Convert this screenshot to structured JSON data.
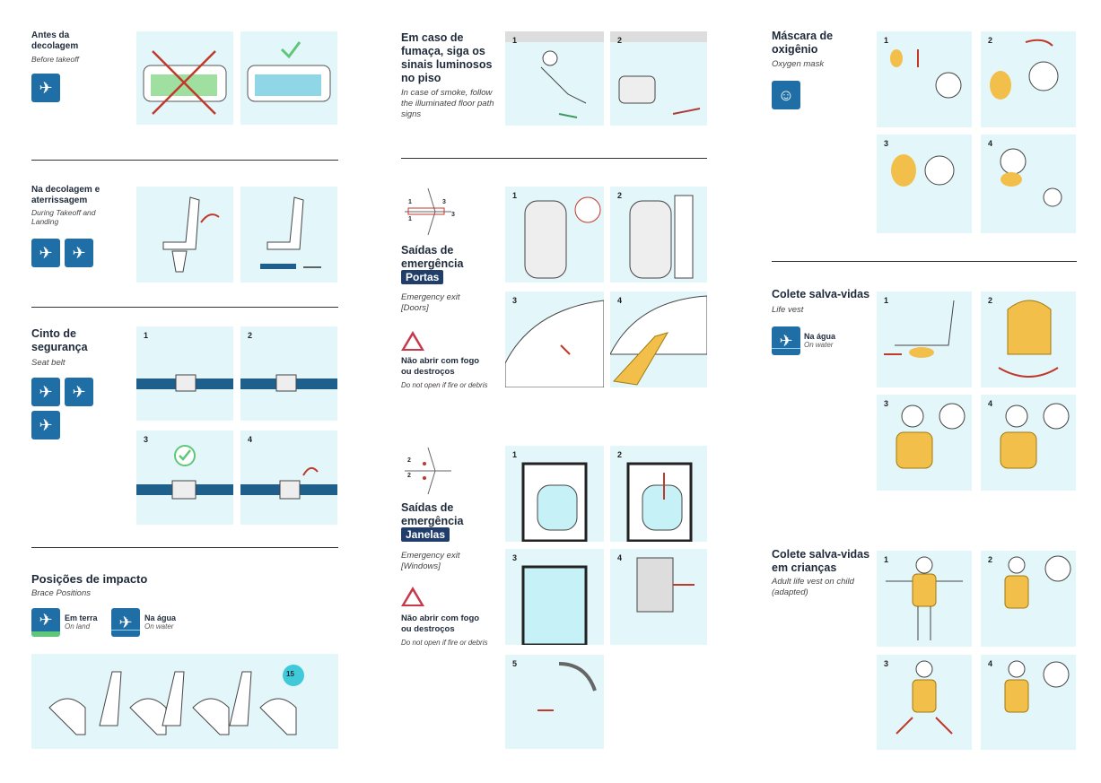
{
  "col1": {
    "before_takeoff": {
      "title": "Antes da decolagem",
      "subtitle": "Before takeoff"
    },
    "takeoff_landing": {
      "title": "Na decolagem e aterrissagem",
      "subtitle": "During Takeoff and Landing"
    },
    "seat_belt": {
      "title": "Cinto de segurança",
      "subtitle": "Seat belt",
      "steps": [
        "1",
        "2",
        "3",
        "4"
      ]
    },
    "brace": {
      "title": "Posições de impacto",
      "subtitle": "Brace Positions",
      "land": "Em terra",
      "land_en": "On land",
      "water": "Na água",
      "water_en": "On water",
      "badge": "15"
    }
  },
  "col2": {
    "smoke": {
      "title": "Em caso de fumaça, siga os sinais luminosos no piso",
      "subtitle": "In case of smoke, follow the illuminated floor path signs",
      "steps": [
        "1",
        "2"
      ]
    },
    "doors": {
      "title": "Saídas de emergência",
      "tag": "Portas",
      "subtitle": "Emergency exit [Doors]",
      "warning": "Não abrir com fogo ou destroços",
      "warning_en": "Do not open if fire or debris",
      "steps": [
        "1",
        "2",
        "3",
        "4"
      ],
      "plane_labels": [
        "1",
        "1",
        "3",
        "3"
      ]
    },
    "windows": {
      "title": "Saídas de emergência",
      "tag": "Janelas",
      "subtitle": "Emergency exit [Windows]",
      "warning": "Não abrir com fogo ou destroços",
      "warning_en": "Do not open if fire or debris",
      "steps": [
        "1",
        "2",
        "3",
        "4",
        "5"
      ],
      "plane_labels": [
        "2",
        "2"
      ]
    }
  },
  "col3": {
    "oxygen": {
      "title": "Máscara de oxigênio",
      "subtitle": "Oxygen mask",
      "steps": [
        "1",
        "2",
        "3",
        "4"
      ]
    },
    "life_vest": {
      "title": "Colete salva-vidas",
      "subtitle": "Life vest",
      "water": "Na água",
      "water_en": "On water",
      "steps": [
        "1",
        "2",
        "3",
        "4"
      ]
    },
    "child_vest": {
      "title": "Colete salva-vidas em crianças",
      "subtitle": "Adult life vest on child (adapted)",
      "steps": [
        "1",
        "2",
        "3",
        "4"
      ]
    }
  },
  "colors": {
    "panel": "#e3f7fb",
    "icon": "#1f6ea6",
    "tag": "#213e6b",
    "warning": "#c8384a",
    "vest": "#f2c04a",
    "arrow": "#c0392b"
  }
}
